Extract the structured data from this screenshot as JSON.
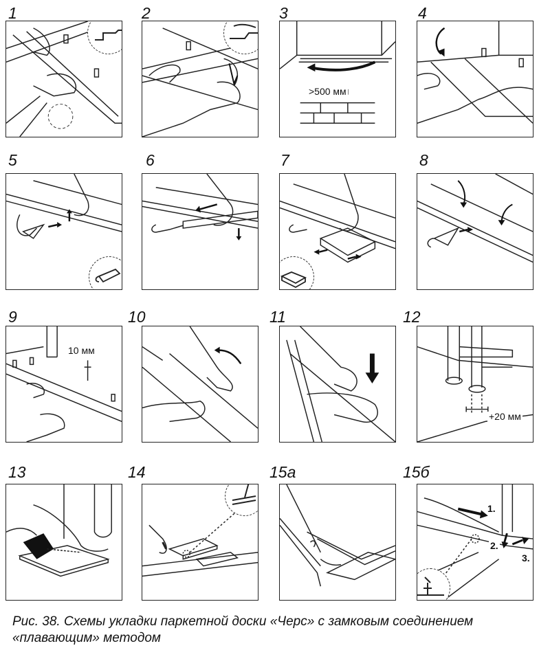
{
  "steps": [
    "1",
    "2",
    "3",
    "4",
    "5",
    "6",
    "7",
    "8",
    "9",
    "10",
    "11",
    "12",
    "13",
    "14",
    "15а",
    "15б"
  ],
  "annotations": {
    "distance_500": ">500 мм",
    "gap_10": "10 мм",
    "gap_20": "+20 мм",
    "arrow_1": "1.",
    "arrow_2": "2.",
    "arrow_3": "3."
  },
  "caption": {
    "line1": "Рис. 38. Схемы укладки паркетной доски «Черс» с замковым соединением",
    "line2": "«плавающим» методом"
  },
  "colors": {
    "line": "#222222",
    "background": "#ffffff"
  }
}
